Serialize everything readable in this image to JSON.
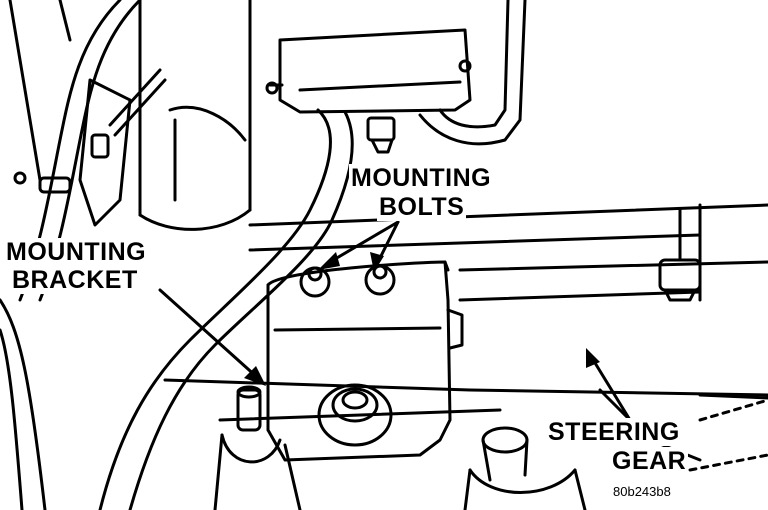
{
  "callouts": {
    "mounting_bolts_line1": "MOUNTING",
    "mounting_bolts_line2": "BOLTS",
    "mounting_bracket_line1": "MOUNTING",
    "mounting_bracket_line2": "BRACKET",
    "steering_gear_line1": "STEERING",
    "steering_gear_line2": "GEAR"
  },
  "figure_id": "80b243b8",
  "colors": {
    "ink": "#000000",
    "paper": "#ffffff"
  }
}
